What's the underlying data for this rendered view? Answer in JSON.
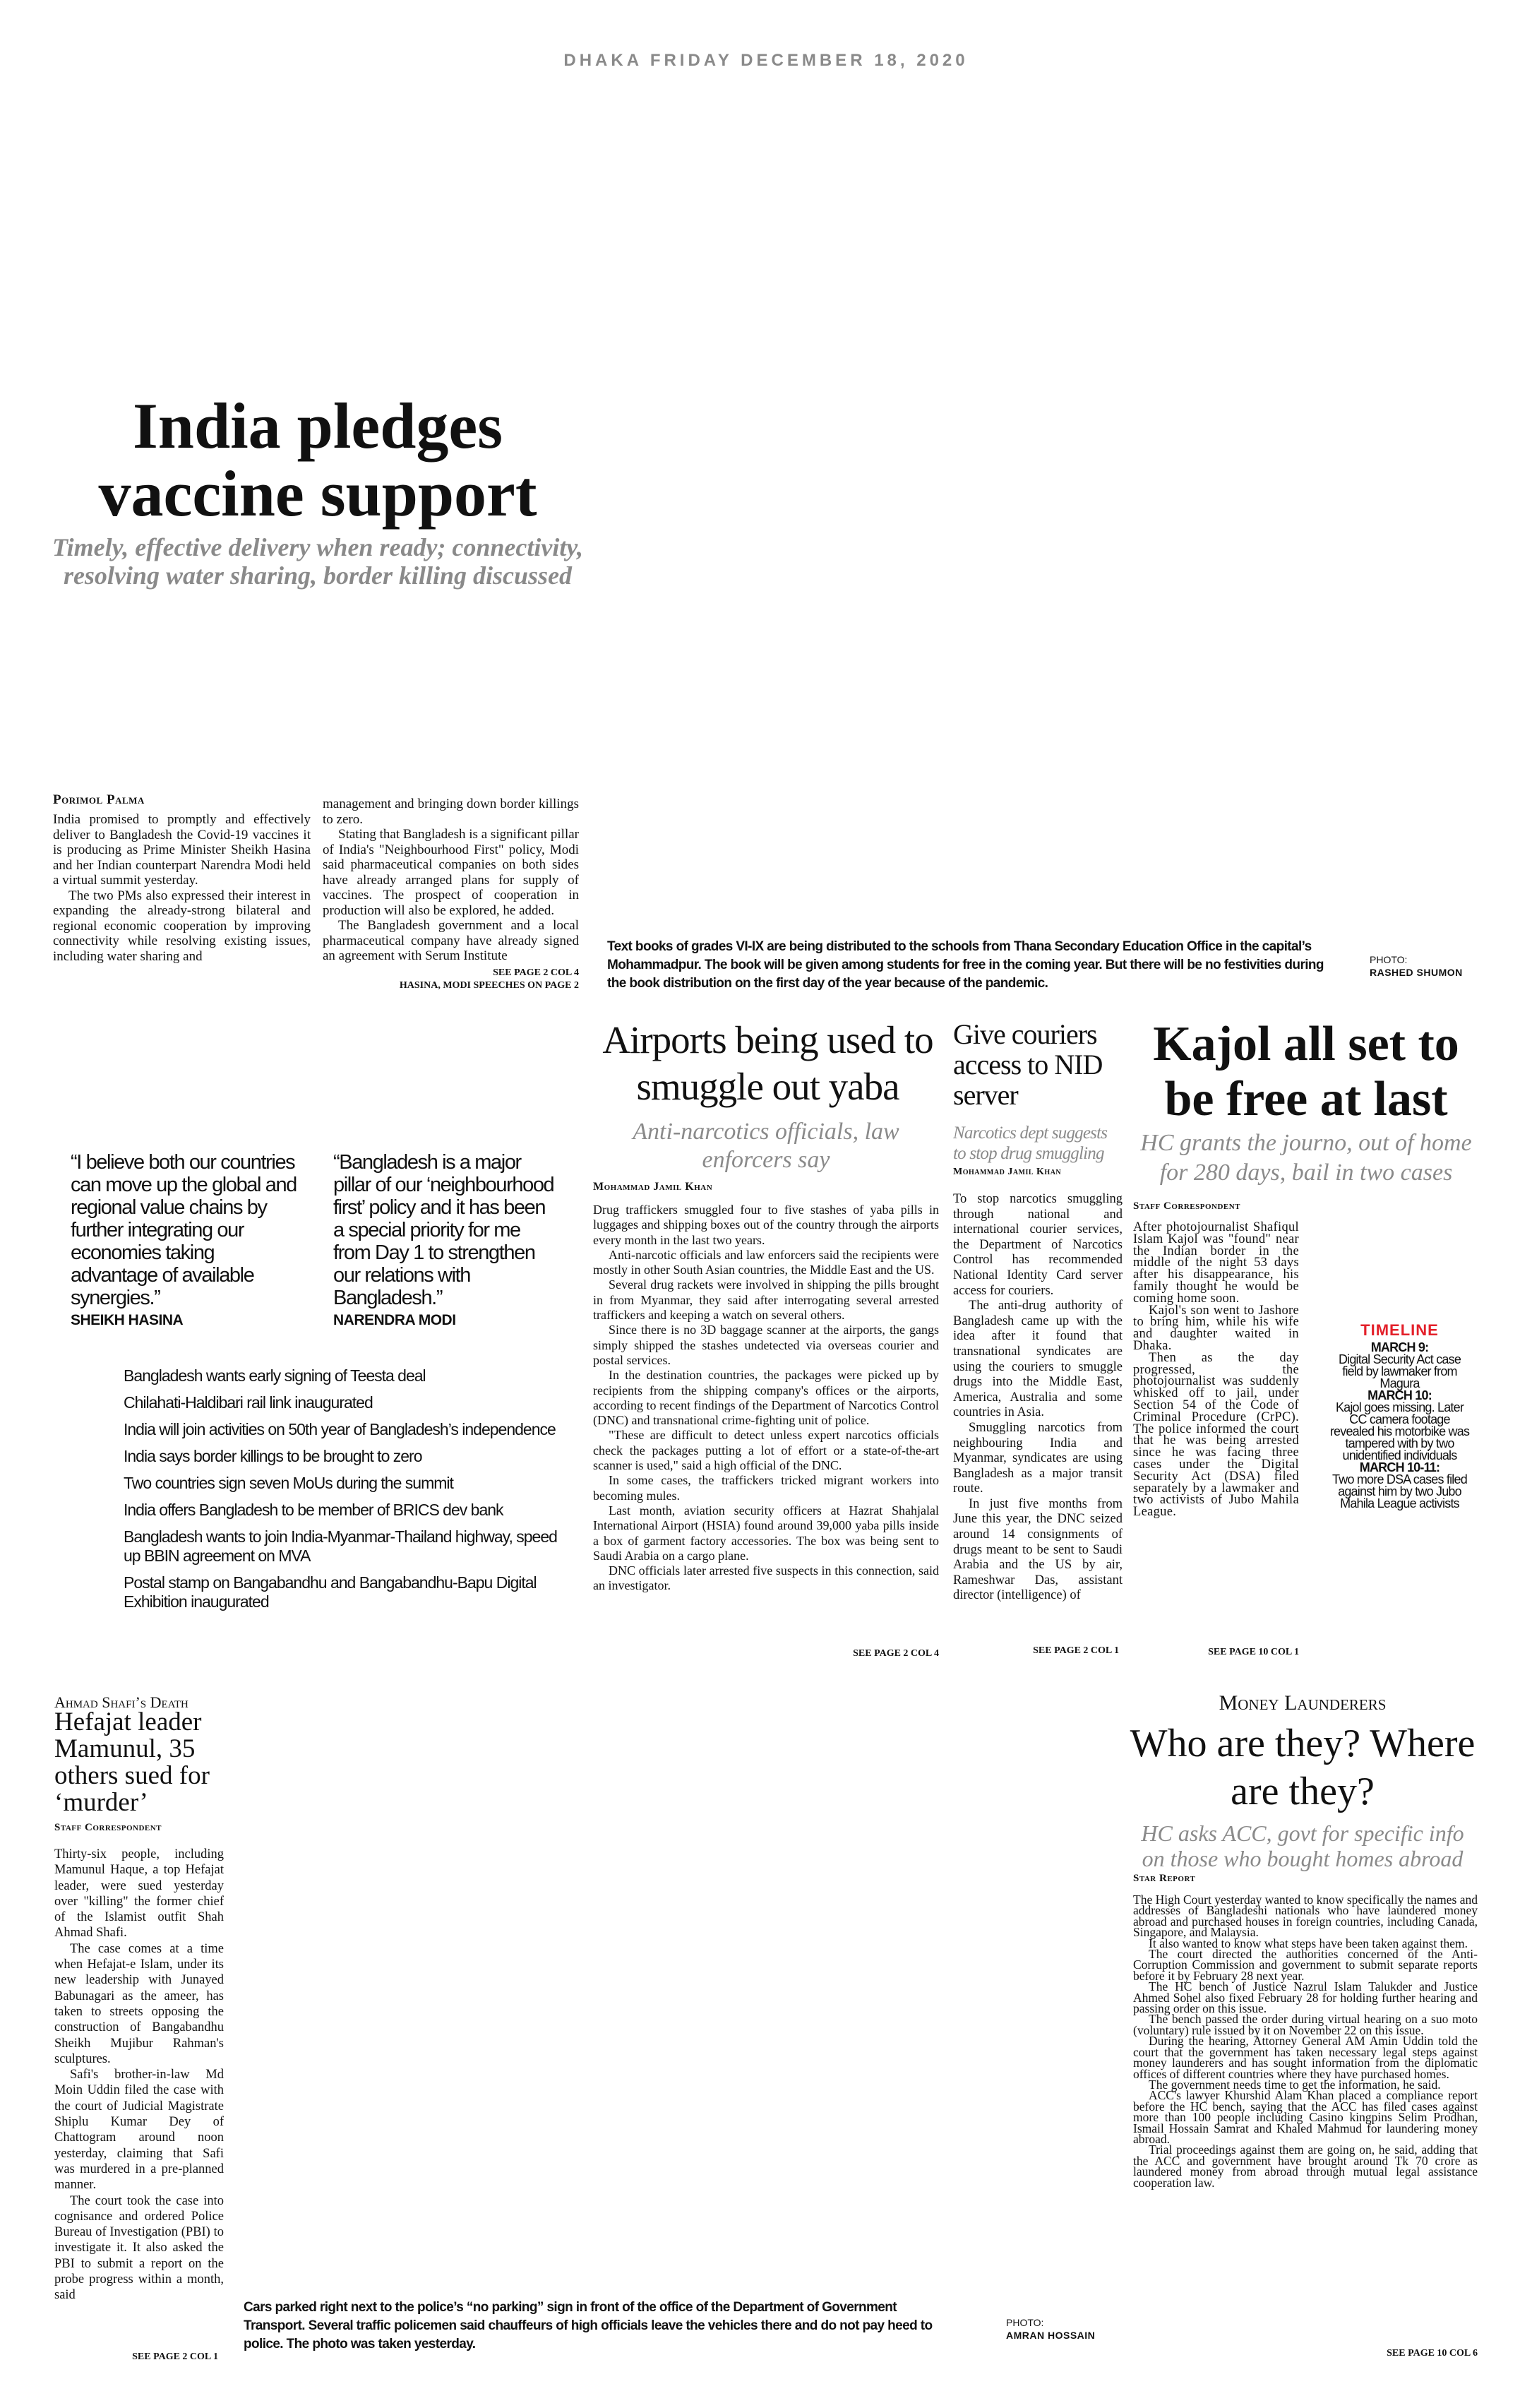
{
  "dateline": "DHAKA FRIDAY DECEMBER 18, 2020",
  "lead": {
    "headline_1": "India pledges",
    "headline_2": "vaccine support",
    "subhead": "Timely, effective delivery when ready;  connectivity, resolving water sharing, border killing discussed",
    "byline": "Porimol Palma",
    "col1": [
      "India promised to promptly and effectively deliver to Bangladesh the Covid-19 vaccines it is producing as Prime Minister Sheikh Hasina and her Indian counterpart Narendra Modi held a virtual summit yesterday.",
      "The two PMs also expressed their interest in expanding the already-strong bilateral and regional economic cooperation by improving connectivity while resolving existing issues, including water sharing and"
    ],
    "col2": [
      "management and bringing down border killings to zero.",
      "Stating that Bangladesh is a significant pillar of India's \"Neighbourhood First\" policy, Modi said pharmaceutical companies on both sides have already arranged plans for supply of vaccines. The prospect of cooperation in production will also be explored, he added.",
      "The Bangladesh government and a local pharmaceutical company have already signed an agreement with Serum Institute"
    ],
    "jump": "SEE PAGE 2 COL 4",
    "jump2": "HASINA, MODI SPEECHES ON PAGE 2",
    "quotes": [
      {
        "text": "“I believe both our countries can move up the global and regional value chains by further integrating our economies taking advantage of available synergies.”",
        "name": "SHEIKH HASINA"
      },
      {
        "text": "“Bangladesh is a major pillar of our ‘neighbourhood first’ policy and it has been a special priority for me from Day 1 to strengthen our relations with Bangladesh.”",
        "name": "NARENDRA MODI"
      }
    ],
    "highlights": [
      "Bangladesh wants early signing of Teesta deal",
      "Chilahati-Haldibari rail link inaugurated",
      "India will join activities on 50th year of Bangladesh’s independence",
      "India says border killings to be brought to zero",
      "Two countries sign seven MoUs during the summit",
      "India offers Bangladesh to be member of BRICS dev bank",
      "Bangladesh wants to join India-Myanmar-Thailand highway, speed up BBIN agreement on MVA",
      "Postal stamp on Bangabandhu and Bangabandhu-Bapu Digital Exhibition inaugurated"
    ]
  },
  "photo1": {
    "caption": "Text books of grades VI-IX are being distributed to the schools from Thana Secondary Education Office in the capital’s Mohammadpur. The book will be given among students for free in the coming year. But there will be no festivities during the book distribution on the first day of the year because of the pandemic.",
    "credit_label": "PHOTO:",
    "credit_name": "RASHED SHUMON"
  },
  "airports": {
    "headline": "Airports being used to smuggle out yaba",
    "subhead": "Anti-narcotics officials, law enforcers say",
    "byline": "Mohammad Jamil Khan",
    "body": [
      "Drug traffickers smuggled four to five stashes of yaba pills in luggages and shipping boxes out of the country through the airports every month in the last two years.",
      "Anti-narcotic officials and law enforcers said the recipients were mostly in other South Asian countries, the Middle East and the US.",
      "Several drug rackets were involved in shipping the pills brought in from Myanmar, they said after interrogating several arrested traffickers and keeping a watch on several others.",
      "Since there is no 3D baggage scanner at the airports, the gangs simply shipped the stashes undetected via overseas courier and postal services.",
      "In the destination countries, the packages were picked up by recipients from the shipping company's offices or the airports, according to recent findings of the Department of Narcotics Control (DNC) and transnational crime-fighting unit of police.",
      "\"These are difficult to detect unless expert narcotics officials check the packages putting a lot of effort or a state-of-the-art scanner is used,\" said a high official of the DNC.",
      "In some cases, the traffickers tricked migrant workers into becoming mules.",
      "Last month, aviation security officers at Hazrat Shahjalal International Airport (HSIA) found around 39,000 yaba pills inside a box of garment factory accessories. The box was being sent to Saudi Arabia on a cargo plane.",
      "DNC officials later arrested five suspects in this connection, said an investigator."
    ],
    "jump": "SEE PAGE 2 COL 4"
  },
  "couriers": {
    "headline": "Give couriers access to NID server",
    "subhead": "Narcotics dept suggests to stop drug smuggling",
    "byline": "Mohammad Jamil Khan",
    "body": [
      "To stop narcotics smuggling through national and international courier services, the Department of Narcotics Control has recommended National Identity Card server access for couriers.",
      "The anti-drug authority of Bangladesh came up with the idea after it found that transnational syndicates are using the couriers to smuggle drugs into the Middle East, America, Australia and some countries in Asia.",
      "Smuggling narcotics from neighbouring India and Myanmar, syndicates are using Bangladesh as a major transit route.",
      "In just five months from June this year, the DNC seized around 14 consignments of drugs meant to be sent to Saudi Arabia and the US by air, Rameshwar Das, assistant director (intelligence) of"
    ],
    "jump": "SEE PAGE 2 COL 1"
  },
  "kajol": {
    "headline": "Kajol all set to be free at last",
    "subhead": "HC grants the journo, out of home for 280 days, bail in two cases",
    "byline": "Staff Correspondent",
    "body": [
      "After photojournalist Shafiqul Islam Kajol was \"found\" near the Indian border in the middle of the night 53 days after his disappearance, his family thought he would be coming home soon.",
      "Kajol's son went to Jashore to bring him, while his wife and daughter waited in Dhaka.",
      "Then as the day progressed, the photojournalist was suddenly whisked off to jail, under Section 54 of the Code of Criminal Procedure (CrPC). The police informed the court that he was being arrested since he was facing three cases under the Digital Security Act (DSA) filed separately by a lawmaker and two activists of Jubo Mahila League."
    ],
    "jump": "SEE PAGE 10 COL 1",
    "timeline": {
      "title": "TIMELINE",
      "entries": [
        {
          "date": "MARCH 9:",
          "text": "Digital Security Act case field by lawmaker from Magura"
        },
        {
          "date": "MARCH 10:",
          "text": "Kajol goes missing. Later CC camera footage revealed his motorbike was tampered with by two unidentified individuals"
        },
        {
          "date": "MARCH 10-11:",
          "text": "Two more DSA cases filed against him by two Jubo Mahila League activists"
        }
      ]
    }
  },
  "hefajat": {
    "kicker": "Ahmad Shafi’s Death",
    "headline": "Hefajat leader Mamunul, 35 others sued for ‘murder’",
    "byline": "Staff Correspondent",
    "body": [
      "Thirty-six people, including Mamunul Haque, a top Hefajat leader, were sued yesterday over \"killing\" the former chief of the Islamist outfit Shah Ahmad Shafi.",
      "The case comes at a time when Hefajat-e Islam, under its new leadership with Junayed Babunagari as the ameer, has taken to streets opposing the construction of Bangabandhu Sheikh Mujibur Rahman's sculptures.",
      "Safi's brother-in-law Md Moin Uddin filed the case with the court of Judicial Magistrate Shiplu Kumar Dey of Chattogram around noon yesterday, claiming that Safi was murdered in a pre-planned manner.",
      "The court took the case into cognisance and ordered Police Bureau of Investigation (PBI) to investigate it. It also asked the PBI to submit a report on the probe progress within a month, said"
    ],
    "jump": "SEE PAGE 2 COL 1"
  },
  "launderers": {
    "kicker": "Money Launderers",
    "headline": "Who are they? Where are they?",
    "subhead": "HC asks ACC, govt  for specific info on those who bought homes abroad",
    "byline": "Star Report",
    "body": [
      "The High Court yesterday wanted to know specifically the names and addresses of Bangladeshi nationals who have laundered money abroad and purchased houses in foreign countries, including Canada, Singapore, and Malaysia.",
      "It also wanted to know what steps have been taken against them.",
      "The court directed the authorities concerned of the Anti-Corruption Commission and government to submit separate reports before it by February 28 next year.",
      "The HC bench of Justice Nazrul Islam Talukder and Justice Ahmed Sohel also fixed February 28 for holding further hearing and passing order on this issue.",
      "The bench passed the order during virtual hearing on a suo moto (voluntary) rule issued by it on November 22 on this issue.",
      "During the hearing, Attorney General AM Amin Uddin told the court that the government has taken necessary legal steps against money launderers and has sought information from the diplomatic offices of different countries where they have purchased homes.",
      "The government needs time to get the information, he said.",
      "ACC's lawyer Khurshid Alam Khan placed a compliance report before the HC bench, saying that the ACC has filed cases against more than 100 people including Casino kingpins Selim Prodhan, Ismail Hossain Samrat and Khaled Mahmud for laundering money abroad.",
      "Trial proceedings against them are going on, he said, adding that the ACC and government have brought around Tk 70 crore as laundered money from abroad through mutual legal assistance cooperation law."
    ],
    "jump": "SEE PAGE 10 COL 6"
  },
  "photo2": {
    "caption": "Cars parked right next to the police’s “no parking” sign in front of the office of the Department of Government Transport. Several traffic policemen said chauffeurs of high officials leave the vehicles there and do not pay heed to police. The photo was taken yesterday.",
    "credit_label": "PHOTO:",
    "credit_name": "AMRAN HOSSAIN"
  },
  "colors": {
    "accent_red": "#e3202a",
    "subhead_gray": "#8a8a8a"
  }
}
